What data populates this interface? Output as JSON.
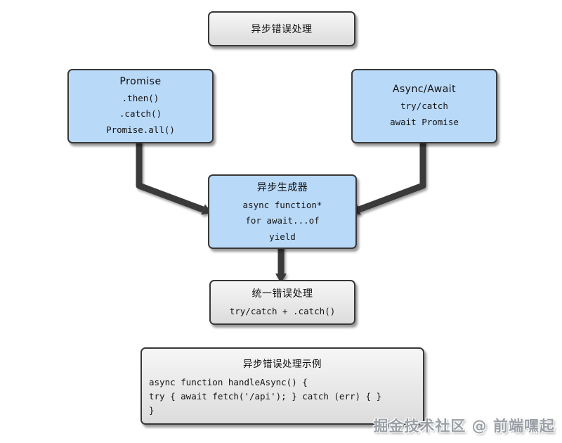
{
  "diagram": {
    "title_node": {
      "label": "异步错误处理"
    },
    "promise": {
      "title": "Promise",
      "lines": [
        ".then()",
        ".catch()",
        "Promise.all()"
      ]
    },
    "async_await": {
      "title": "Async/Await",
      "lines": [
        "try/catch",
        "await Promise"
      ]
    },
    "generator": {
      "title": "异步生成器",
      "lines": [
        "async function*",
        "for await...of",
        "yield"
      ]
    },
    "unified": {
      "title": "统一错误处理",
      "lines": [
        "try/catch + .catch()"
      ]
    },
    "example": {
      "title": "异步错误处理示例",
      "code": [
        "async function handleAsync() {",
        "try { await fetch('/api'); } catch (err) { }",
        "}"
      ]
    }
  },
  "watermark": "掘金技术社区 @ 前端嘿起",
  "colors": {
    "node_blue": "#b9d9f8",
    "node_gray_top": "#f6f6f6",
    "node_gray_bottom": "#dcdcdc",
    "border": "#383838",
    "connector": "#3a3a3a"
  }
}
